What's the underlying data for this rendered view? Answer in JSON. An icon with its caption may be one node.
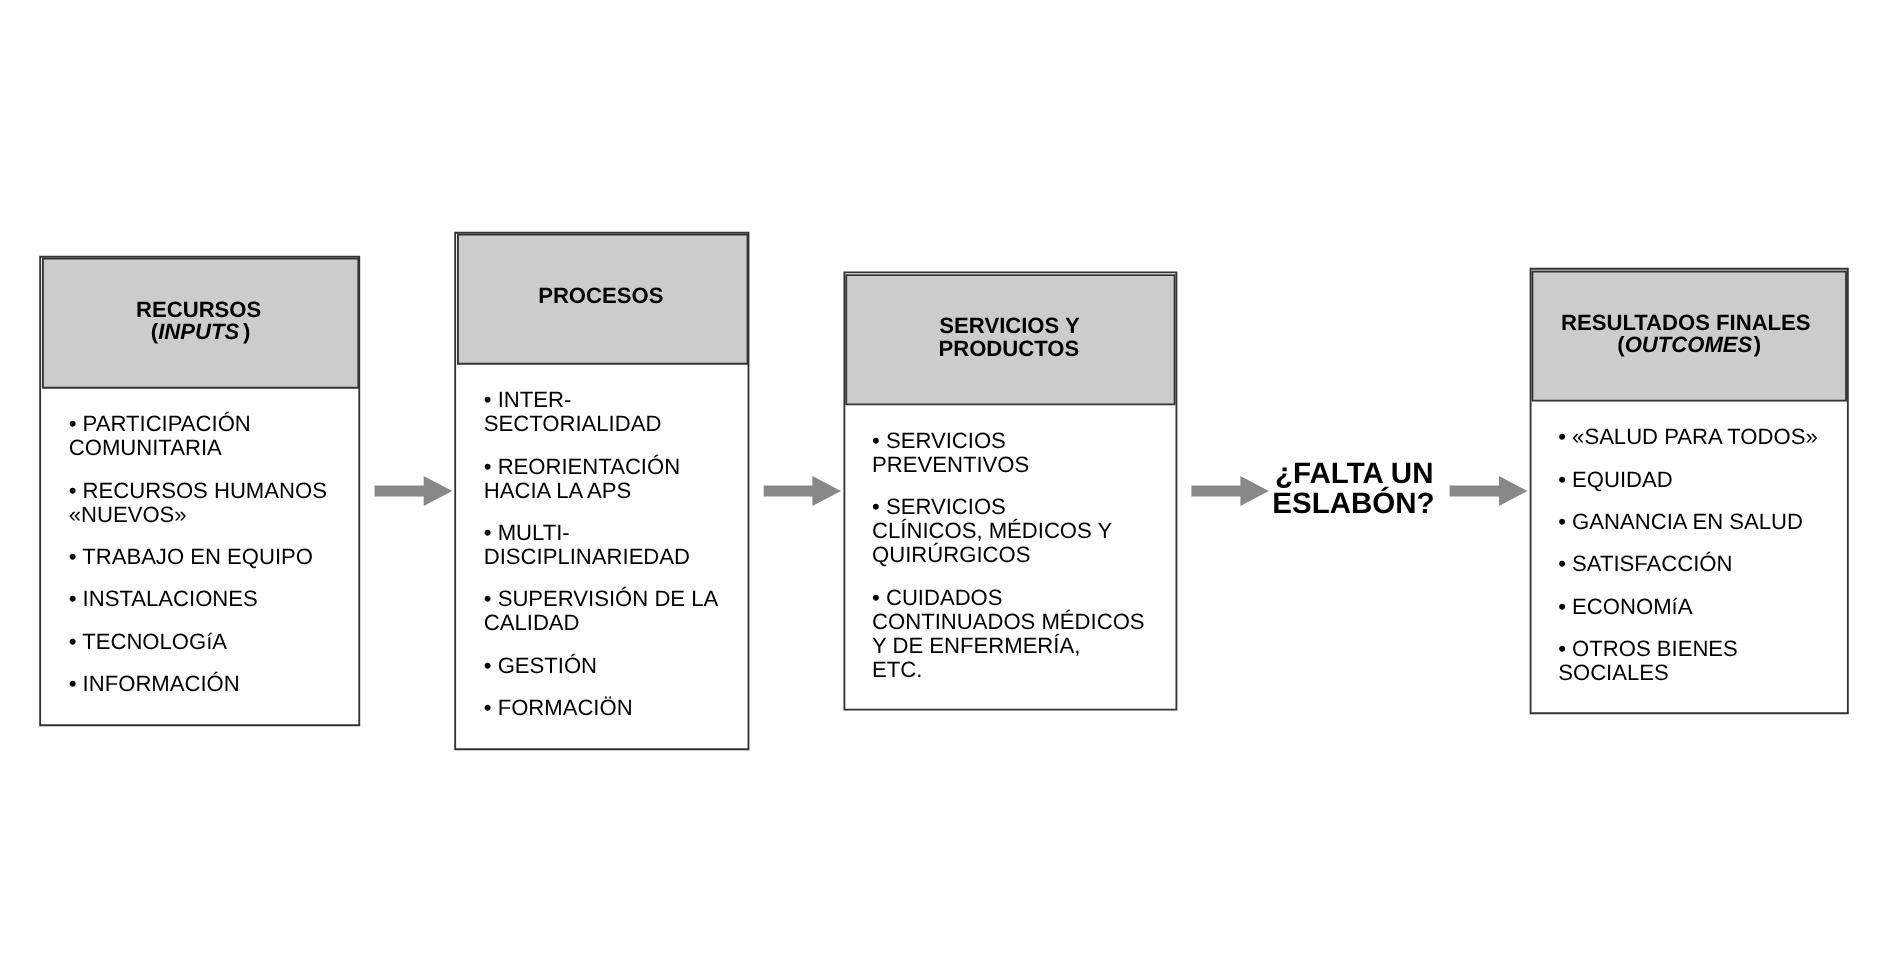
{
  "diagram": {
    "nodes": [
      {
        "text": [
          "RECURSOS (*INPUTS*)",
          "• PARTICIPACIÓN COMUNITARIA",
          "• RECURSOS HUMANOS «NUEVOS»",
          "• TRABAJO EN EQUIPO",
          "• INSTALACIONES",
          "• TECNOLOGíA",
          "• INFORMACIÓN"
        ]
      },
      {
        "text": [
          "PROCESOS",
          "• INTER- SECTORIALIDAD",
          "• REORIENTACIÓN HACIA LA APS",
          "• MULTI- DISCIPLINARIEDAD",
          "• SUPERVISIÓN DE LA CALIDAD",
          "• GESTIÓN",
          "• FORMACIÖN"
        ]
      },
      {
        "text": [
          "SERVICIOS Y PRODUCTOS",
          "• SERVICIOS PREVENTIVOS",
          "• SERVICIOS CLÍNICOS, MÉDICOS Y QUIRÚRGICOS",
          "• CUIDADOS CONTINUADOS MÉDICOS Y DE ENFERMERÍA, ETC."
        ]
      },
      {
        "text": [
          "¿FALTA UN ESLABÓN?"
        ]
      },
      {
        "text": [
          "RESULTADOS FINALES (*OUTCOMES*)",
          "• «SALUD PARA TODOS»",
          "• EQUIDAD",
          "• GANANCIA EN SALUD",
          "• SATISFACCIÓN",
          "• ECONOMíA",
          "• OTROS BIENES SOCIALES"
        ]
      }
    ],
    "edges": [
      {
        "from": 0,
        "to": 1,
        "arrow": "to"
      },
      {
        "from": 1,
        "to": 2,
        "arrow": "to"
      },
      {
        "from": 2,
        "to": 3,
        "arrow": "to"
      },
      {
        "from": 3,
        "to": 4,
        "arrow": "to"
      }
    ]
  }
}
